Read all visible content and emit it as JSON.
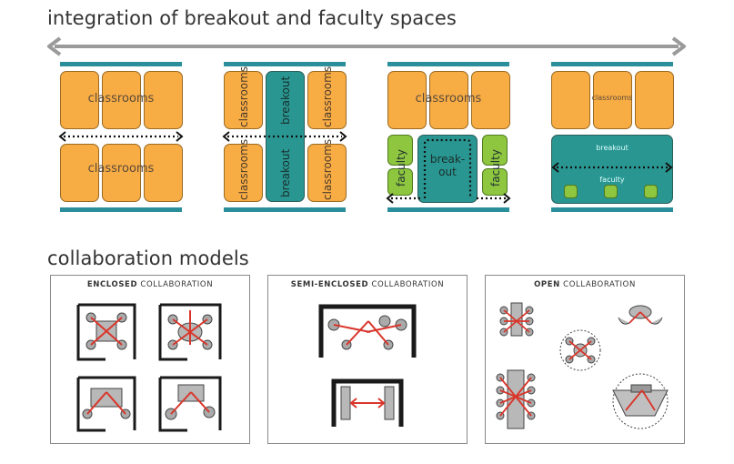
{
  "integration": {
    "heading": "integration of breakout and faculty spaces",
    "diagram1": {
      "label_top": "classrooms",
      "label_bottom": "classrooms"
    },
    "diagram2": {
      "left_top": "classrooms",
      "left_bottom": "classrooms",
      "center_top": "breakout",
      "center_bottom": "breakout",
      "right_top": "classrooms",
      "right_bottom": "classrooms"
    },
    "diagram3": {
      "label_top": "classrooms",
      "faculty_left": "faculty",
      "faculty_right": "faculty",
      "breakout_line1": "break-",
      "breakout_line2": "out"
    },
    "diagram4": {
      "label_top": "classrooms",
      "breakout": "breakout",
      "faculty": "faculty"
    }
  },
  "collaboration": {
    "heading": "collaboration models",
    "panels": [
      {
        "title_bold": "ENCLOSED",
        "title_rest": " COLLABORATION"
      },
      {
        "title_bold": "SEMI-ENCLOSED",
        "title_rest": " COLLABORATION"
      },
      {
        "title_bold": "OPEN",
        "title_rest": " COLLABORATION"
      }
    ]
  },
  "colors": {
    "classroom": "#f8ac44",
    "breakout": "#299691",
    "faculty": "#8ec63f",
    "stripe": "#2a8f9a",
    "arrow": "#d9352a"
  }
}
